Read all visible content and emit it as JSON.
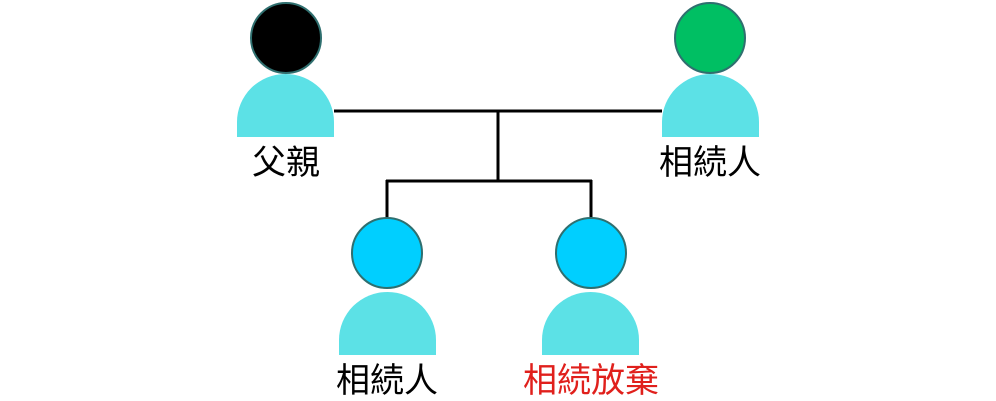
{
  "colors": {
    "line": "#000000",
    "body": "#5ce1e6",
    "head_outline": "#2f6f6f",
    "father_head": "#000000",
    "spouse_head": "#00bf63",
    "child_head": "#00cfff",
    "renounce_text": "#e0201c",
    "text": "#000000"
  },
  "persons": [
    {
      "label": "父親",
      "role": "father"
    },
    {
      "label": "相続人",
      "role": "spouse"
    },
    {
      "label": "相続人",
      "role": "child-heir"
    },
    {
      "label": "相続放棄",
      "role": "child-renounced"
    }
  ]
}
